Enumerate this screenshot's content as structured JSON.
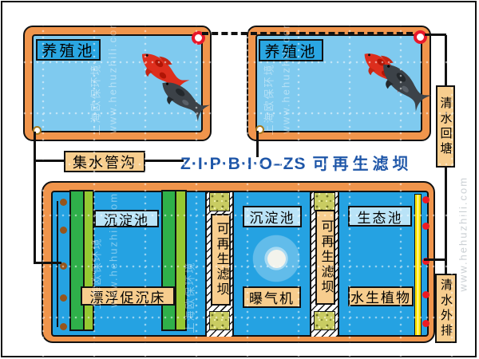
{
  "palette": {
    "pond_water": "#7fcaef",
    "tank_water": "#25a2e2",
    "border_orange": "#f0954c",
    "label_tan": "#f7cd8e",
    "label_light_blue": "#b9e3f7",
    "pond_label_blue": "#2aa6e2",
    "title_blue": "#1e56a8",
    "floating_bed_green_dark": "#2fb04a",
    "floating_bed_green_light": "#95c832",
    "filter_media_olive": "#c9cc62",
    "outlet_red": "#ee1b24",
    "nozzle_brown": "#96551c",
    "screen_yellow": "#ffe60a"
  },
  "watermark": {
    "company": "上海欧保环境",
    "website": "www.hehuzhili.com"
  },
  "pond1": {
    "label": "养殖池"
  },
  "pond2": {
    "label": "养殖池"
  },
  "collector": {
    "label": "集水管沟"
  },
  "title": {
    "latin": "Z·I·P·B·I·O–ZS",
    "cn": "可再生滤坝"
  },
  "right": {
    "return_label": "清水回塘",
    "discharge_label": "清水外排"
  },
  "tank": {
    "sedimentation1": "沉淀池",
    "floating_bed": "漂浮促沉床",
    "filter_dam1": "可再生滤坝",
    "sedimentation2": "沉淀池",
    "aerator": "曝气机",
    "filter_dam2": "可再生滤坝",
    "eco_pond": "生态池",
    "aquatic_plants": "水生植物"
  }
}
